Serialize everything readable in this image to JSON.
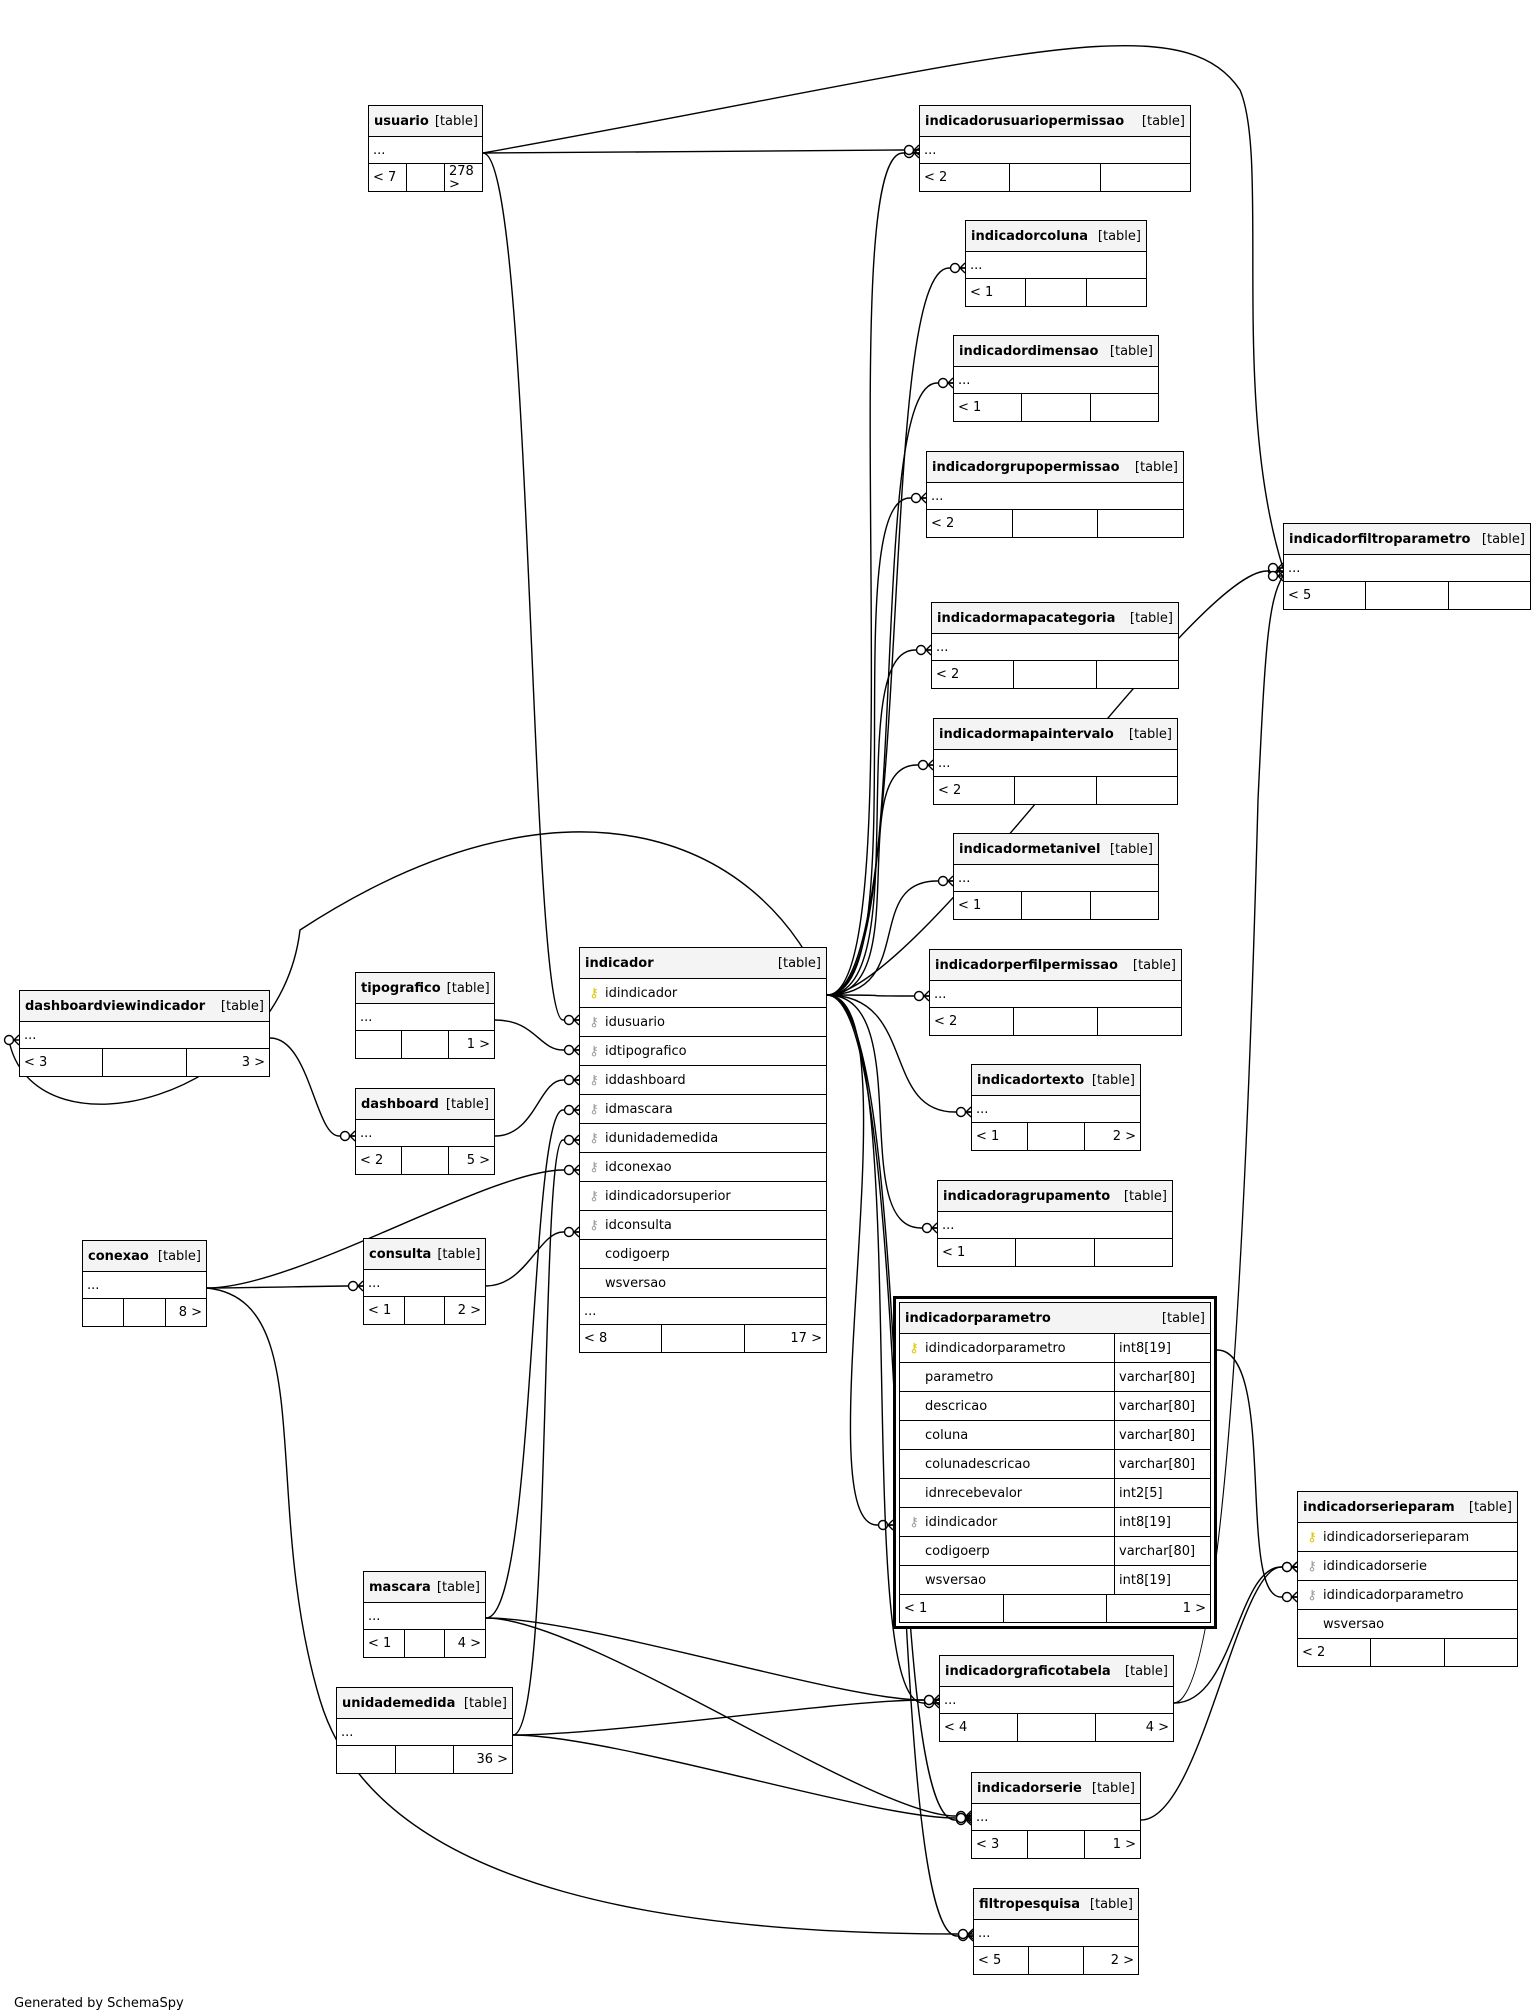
{
  "footer": {
    "credit": "Generated by SchemaSpy"
  },
  "tables": [
    {
      "id": "usuario",
      "name": "usuario",
      "type": "[table]",
      "ellipsis": "...",
      "footer": [
        "< 7",
        "",
        "278 >"
      ]
    },
    {
      "id": "indicadorusuariopermissao",
      "name": "indicadorusuariopermissao",
      "type": "[table]",
      "ellipsis": "...",
      "footer": [
        "< 2",
        "",
        ""
      ]
    },
    {
      "id": "indicadorcoluna",
      "name": "indicadorcoluna",
      "type": "[table]",
      "ellipsis": "...",
      "footer": [
        "< 1",
        "",
        ""
      ]
    },
    {
      "id": "indicadordimensao",
      "name": "indicadordimensao",
      "type": "[table]",
      "ellipsis": "...",
      "footer": [
        "< 1",
        "",
        ""
      ]
    },
    {
      "id": "indicadorgrupopermissao",
      "name": "indicadorgrupopermissao",
      "type": "[table]",
      "ellipsis": "...",
      "footer": [
        "< 2",
        "",
        ""
      ]
    },
    {
      "id": "indicadorfiltroparametro",
      "name": "indicadorfiltroparametro",
      "type": "[table]",
      "ellipsis": "...",
      "footer": [
        "< 5",
        "",
        ""
      ]
    },
    {
      "id": "indicadormapacategoria",
      "name": "indicadormapacategoria",
      "type": "[table]",
      "ellipsis": "...",
      "footer": [
        "< 2",
        "",
        ""
      ]
    },
    {
      "id": "indicadormapaintervalo",
      "name": "indicadormapaintervalo",
      "type": "[table]",
      "ellipsis": "...",
      "footer": [
        "< 2",
        "",
        ""
      ]
    },
    {
      "id": "indicadormetanivel",
      "name": "indicadormetanivel",
      "type": "[table]",
      "ellipsis": "...",
      "footer": [
        "< 1",
        "",
        ""
      ]
    },
    {
      "id": "indicadorperfilpermissao",
      "name": "indicadorperfilpermissao",
      "type": "[table]",
      "ellipsis": "...",
      "footer": [
        "< 2",
        "",
        ""
      ]
    },
    {
      "id": "indicadortexto",
      "name": "indicadortexto",
      "type": "[table]",
      "ellipsis": "...",
      "footer": [
        "< 1",
        "",
        "2 >"
      ]
    },
    {
      "id": "indicadoragrupamento",
      "name": "indicadoragrupamento",
      "type": "[table]",
      "ellipsis": "...",
      "footer": [
        "< 1",
        "",
        ""
      ]
    },
    {
      "id": "indicador",
      "name": "indicador",
      "type": "[table]",
      "columns": [
        {
          "name": "idindicador",
          "key": "pk"
        },
        {
          "name": "idusuario",
          "key": "fk"
        },
        {
          "name": "idtipografico",
          "key": "fk"
        },
        {
          "name": "iddashboard",
          "key": "fk"
        },
        {
          "name": "idmascara",
          "key": "fk"
        },
        {
          "name": "idunidademedida",
          "key": "fk"
        },
        {
          "name": "idconexao",
          "key": "fk"
        },
        {
          "name": "idindicadorsuperior",
          "key": "fk"
        },
        {
          "name": "idconsulta",
          "key": "fk"
        },
        {
          "name": "codigoerp",
          "key": ""
        },
        {
          "name": "wsversao",
          "key": ""
        }
      ],
      "ellipsis": "...",
      "footer": [
        "< 8",
        "",
        "17 >"
      ]
    },
    {
      "id": "tipografico",
      "name": "tipografico",
      "type": "[table]",
      "ellipsis": "...",
      "footer": [
        "",
        "",
        "1 >"
      ]
    },
    {
      "id": "dashboardviewindicador",
      "name": "dashboardviewindicador",
      "type": "[table]",
      "ellipsis": "...",
      "footer": [
        "< 3",
        "",
        "3 >"
      ]
    },
    {
      "id": "dashboard",
      "name": "dashboard",
      "type": "[table]",
      "ellipsis": "...",
      "footer": [
        "< 2",
        "",
        "5 >"
      ]
    },
    {
      "id": "conexao",
      "name": "conexao",
      "type": "[table]",
      "ellipsis": "...",
      "footer": [
        "",
        "",
        "8 >"
      ]
    },
    {
      "id": "consulta",
      "name": "consulta",
      "type": "[table]",
      "ellipsis": "...",
      "footer": [
        "< 1",
        "",
        "2 >"
      ]
    },
    {
      "id": "indicadorparametro",
      "name": "indicadorparametro",
      "type": "[table]",
      "columns": [
        {
          "name": "idindicadorparametro",
          "key": "pk",
          "type": "int8[19]"
        },
        {
          "name": "parametro",
          "key": "",
          "type": "varchar[80]"
        },
        {
          "name": "descricao",
          "key": "",
          "type": "varchar[80]"
        },
        {
          "name": "coluna",
          "key": "",
          "type": "varchar[80]"
        },
        {
          "name": "colunadescricao",
          "key": "",
          "type": "varchar[80]"
        },
        {
          "name": "idnrecebevalor",
          "key": "",
          "type": "int2[5]"
        },
        {
          "name": "idindicador",
          "key": "fk",
          "type": "int8[19]"
        },
        {
          "name": "codigoerp",
          "key": "",
          "type": "varchar[80]"
        },
        {
          "name": "wsversao",
          "key": "",
          "type": "int8[19]"
        }
      ],
      "footer": [
        "< 1",
        "",
        "1 >"
      ]
    },
    {
      "id": "indicadorserieparam",
      "name": "indicadorserieparam",
      "type": "[table]",
      "columns": [
        {
          "name": "idindicadorserieparam",
          "key": "pk"
        },
        {
          "name": "idindicadorserie",
          "key": "fk"
        },
        {
          "name": "idindicadorparametro",
          "key": "fk"
        },
        {
          "name": "wsversao",
          "key": ""
        }
      ],
      "footer": [
        "< 2",
        "",
        ""
      ]
    },
    {
      "id": "mascara",
      "name": "mascara",
      "type": "[table]",
      "ellipsis": "...",
      "footer": [
        "< 1",
        "",
        "4 >"
      ]
    },
    {
      "id": "unidademedida",
      "name": "unidademedida",
      "type": "[table]",
      "ellipsis": "...",
      "footer": [
        "",
        "",
        "36 >"
      ]
    },
    {
      "id": "indicadorgraficotabela",
      "name": "indicadorgraficotabela",
      "type": "[table]",
      "ellipsis": "...",
      "footer": [
        "< 4",
        "",
        "4 >"
      ]
    },
    {
      "id": "indicadorserie",
      "name": "indicadorserie",
      "type": "[table]",
      "ellipsis": "...",
      "footer": [
        "< 3",
        "",
        "1 >"
      ]
    },
    {
      "id": "filtropesquisa",
      "name": "filtropesquisa",
      "type": "[table]",
      "ellipsis": "...",
      "footer": [
        "< 5",
        "",
        "2 >"
      ]
    }
  ]
}
